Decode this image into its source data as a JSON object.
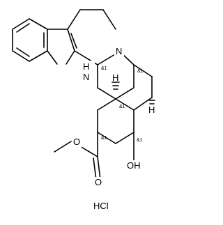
{
  "structure": {
    "atoms": {
      "indole_nh": "H\nN",
      "nh_h": "H",
      "nh_n": "N",
      "amine_n": "N",
      "ester_o_single": "O",
      "ester_o_double": "O",
      "hydroxyl": "OH",
      "h_c15": "H",
      "h_c20": "H"
    },
    "stereo": {
      "c3": "&1",
      "c15": "&1",
      "c20": "&1",
      "c16": "&1",
      "c17": "&1"
    },
    "salt": "HCl"
  }
}
